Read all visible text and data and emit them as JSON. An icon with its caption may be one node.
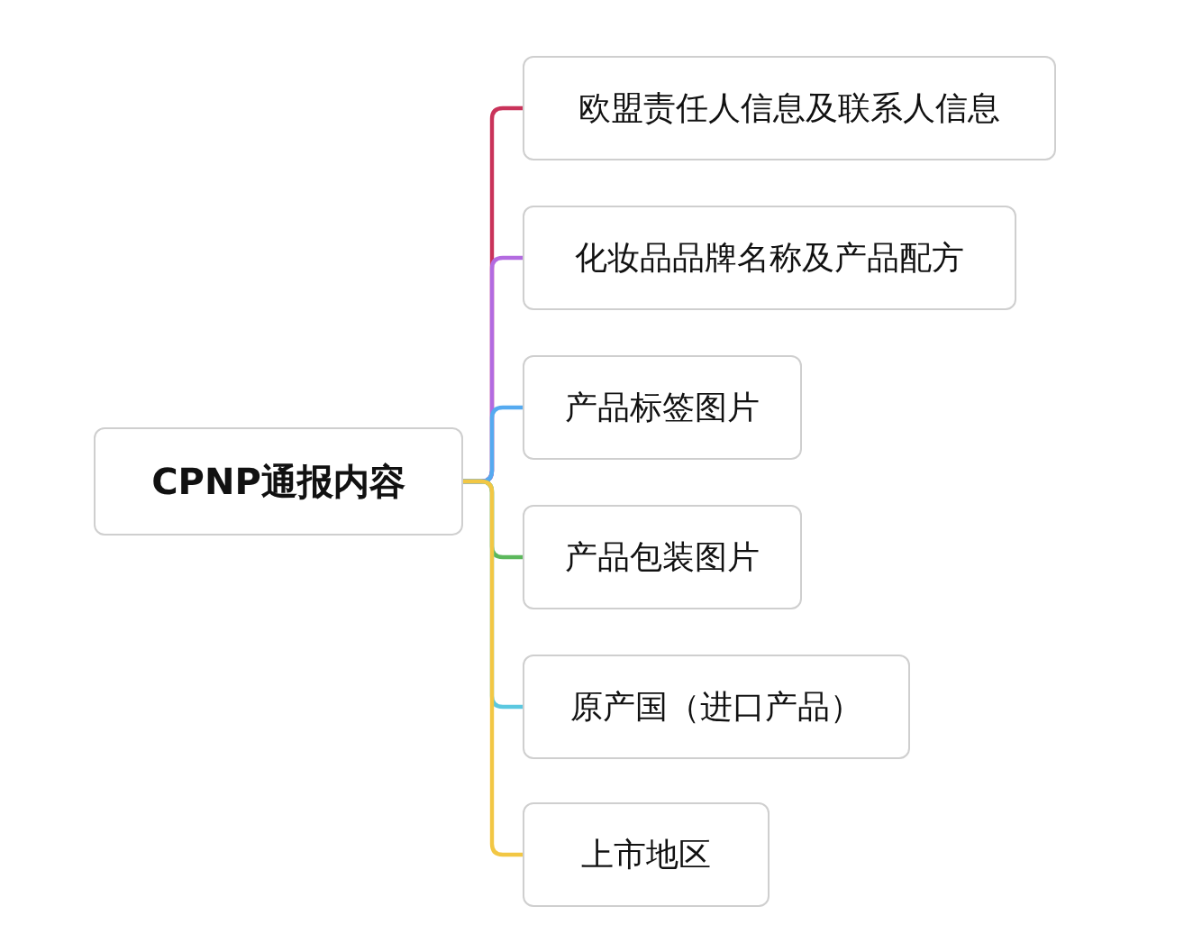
{
  "diagram": {
    "nodes": [
      {
        "text": [
          "CPNP通报内容"
        ]
      },
      {
        "text": [
          "欧盟责任人信息及联系人信息"
        ]
      },
      {
        "text": [
          "化妆品品牌名称及产品配方"
        ]
      },
      {
        "text": [
          "产品标签图片"
        ]
      },
      {
        "text": [
          "产品包装图片"
        ]
      },
      {
        "text": [
          "原产国（进口产品）"
        ]
      },
      {
        "text": [
          "上市地区"
        ]
      }
    ],
    "edges": [
      {
        "from": 0,
        "to": 1,
        "arrow": "none",
        "color": "#c9335a"
      },
      {
        "from": 0,
        "to": 2,
        "arrow": "none",
        "color": "#b36be0"
      },
      {
        "from": 0,
        "to": 3,
        "arrow": "none",
        "color": "#55aaf0"
      },
      {
        "from": 0,
        "to": 4,
        "arrow": "none",
        "color": "#5cb85c"
      },
      {
        "from": 0,
        "to": 5,
        "arrow": "none",
        "color": "#5bc8e0"
      },
      {
        "from": 0,
        "to": 6,
        "arrow": "none",
        "color": "#f2c744"
      }
    ]
  }
}
